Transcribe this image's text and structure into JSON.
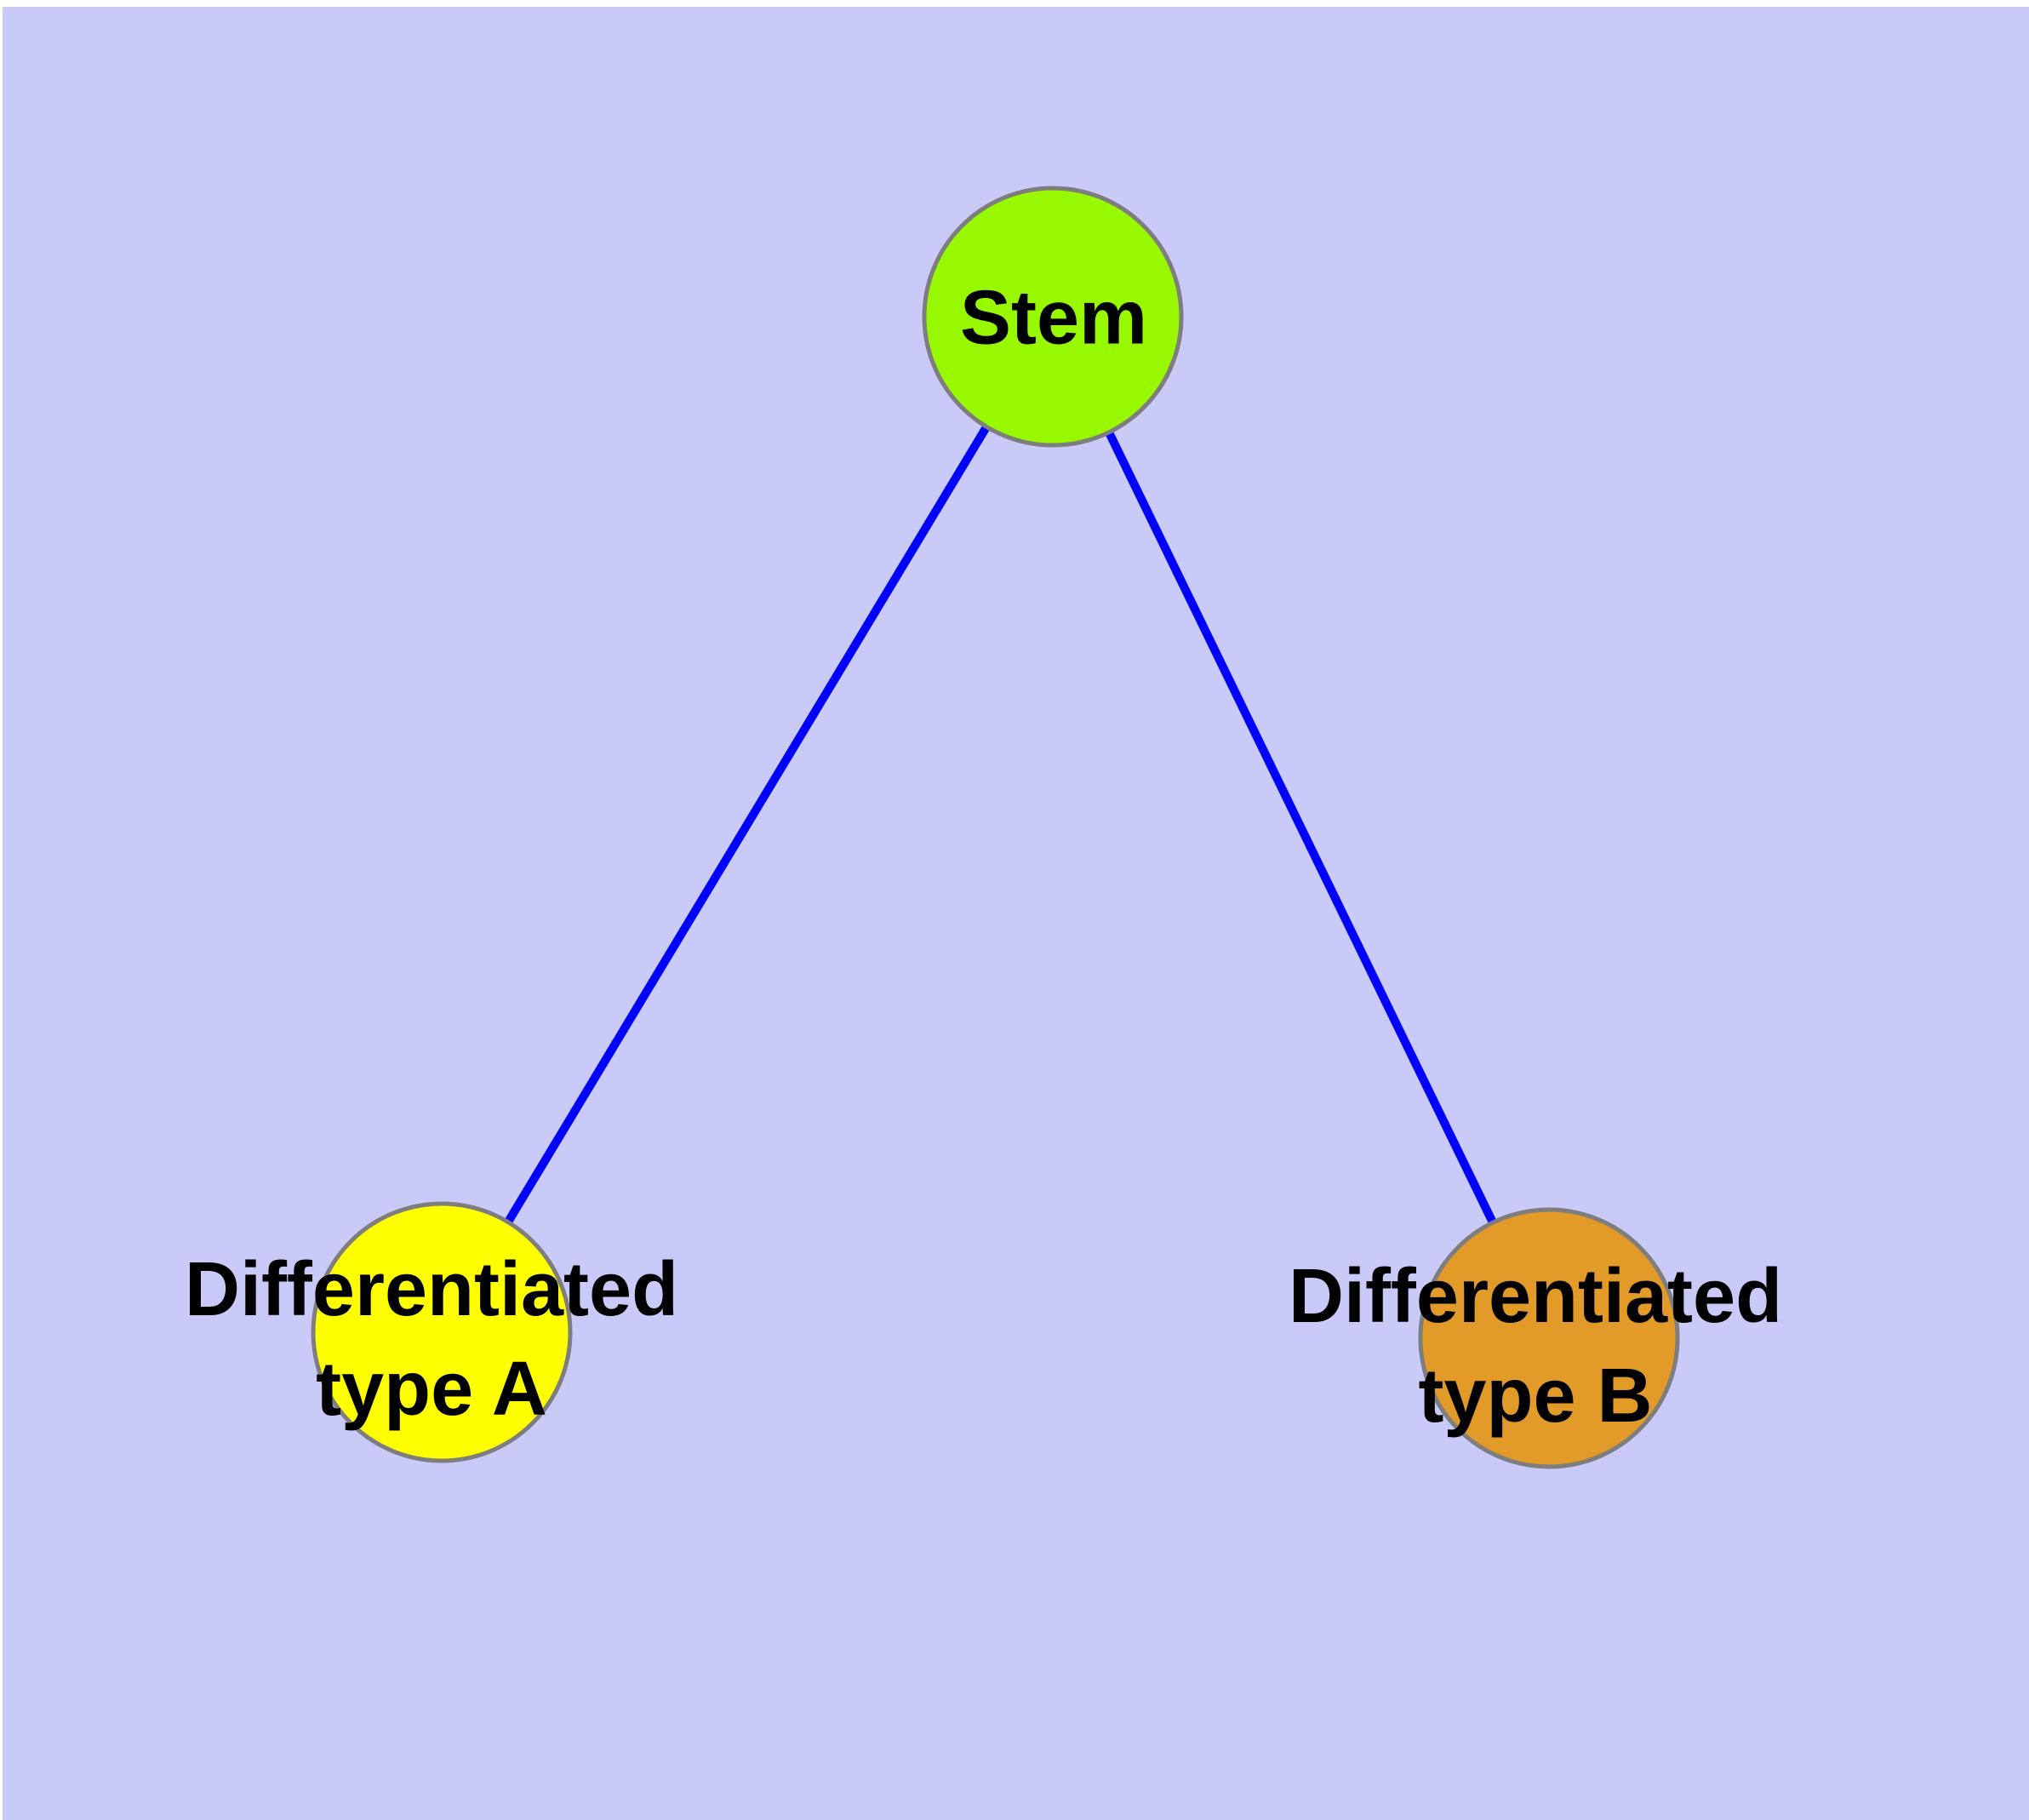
{
  "graph": {
    "background_color": "#CACAF8",
    "margin_color": "#FFFFFF",
    "edge_color": "#0000FF",
    "node_border_color": "#7E7E7E",
    "label_text_color": "#000000",
    "nodes": [
      {
        "id": "stem",
        "label": "Stem",
        "label_line1": "Stem",
        "label_line2": "",
        "color": "#97F800"
      },
      {
        "id": "type-a",
        "label": "Differentiated type A",
        "label_line1": "Differentiated",
        "label_line2": "type A",
        "color": "#FFFF00"
      },
      {
        "id": "type-b",
        "label": "Differentiated type B",
        "label_line1": "Differentiated",
        "label_line2": "type B",
        "color": "#E29A28"
      }
    ],
    "edges": [
      {
        "from": "Stem",
        "to": "Differentiated type A"
      },
      {
        "from": "Stem",
        "to": "Differentiated type B"
      }
    ]
  }
}
